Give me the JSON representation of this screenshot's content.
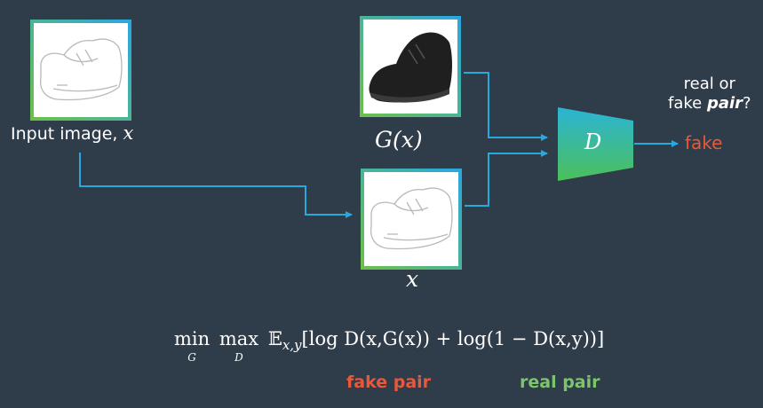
{
  "diagram": {
    "input_label": "Input image,",
    "input_var": "x",
    "generated_label": "G(x)",
    "condition_label": "x",
    "discriminator_label": "D",
    "question_line1": "real or",
    "question_line2_prefix": "fake ",
    "question_line2_emph": "pair",
    "question_line2_suffix": "?",
    "output": "fake",
    "objective": "min max 𝔼x,y[log D(x,G(x)) + log(1 − D(x,y))]",
    "objective_min": "min",
    "objective_min_sub": "G",
    "objective_max": "max",
    "objective_max_sub": "D",
    "objective_E": "𝔼",
    "objective_E_sub": "x,y",
    "objective_body": "[log D(x,G(x)) + log(1 − D(x,y))]",
    "fake_pair_label": "fake pair",
    "real_pair_label": "real pair"
  },
  "colors": {
    "background": "#2f3c4a",
    "arrow": "#29a8e0",
    "fake": "#e8583a",
    "real": "#7dc56b",
    "frame_green": "#6cc04a",
    "frame_blue": "#29a8e0",
    "disc_top": "#2bb4d6",
    "disc_bottom": "#4cc05a"
  },
  "icons": {
    "input_image": "shoe-sketch-icon",
    "generated_image": "black-shoe-icon",
    "condition_image": "shoe-sketch-icon",
    "discriminator": "trapezoid-discriminator-icon"
  }
}
